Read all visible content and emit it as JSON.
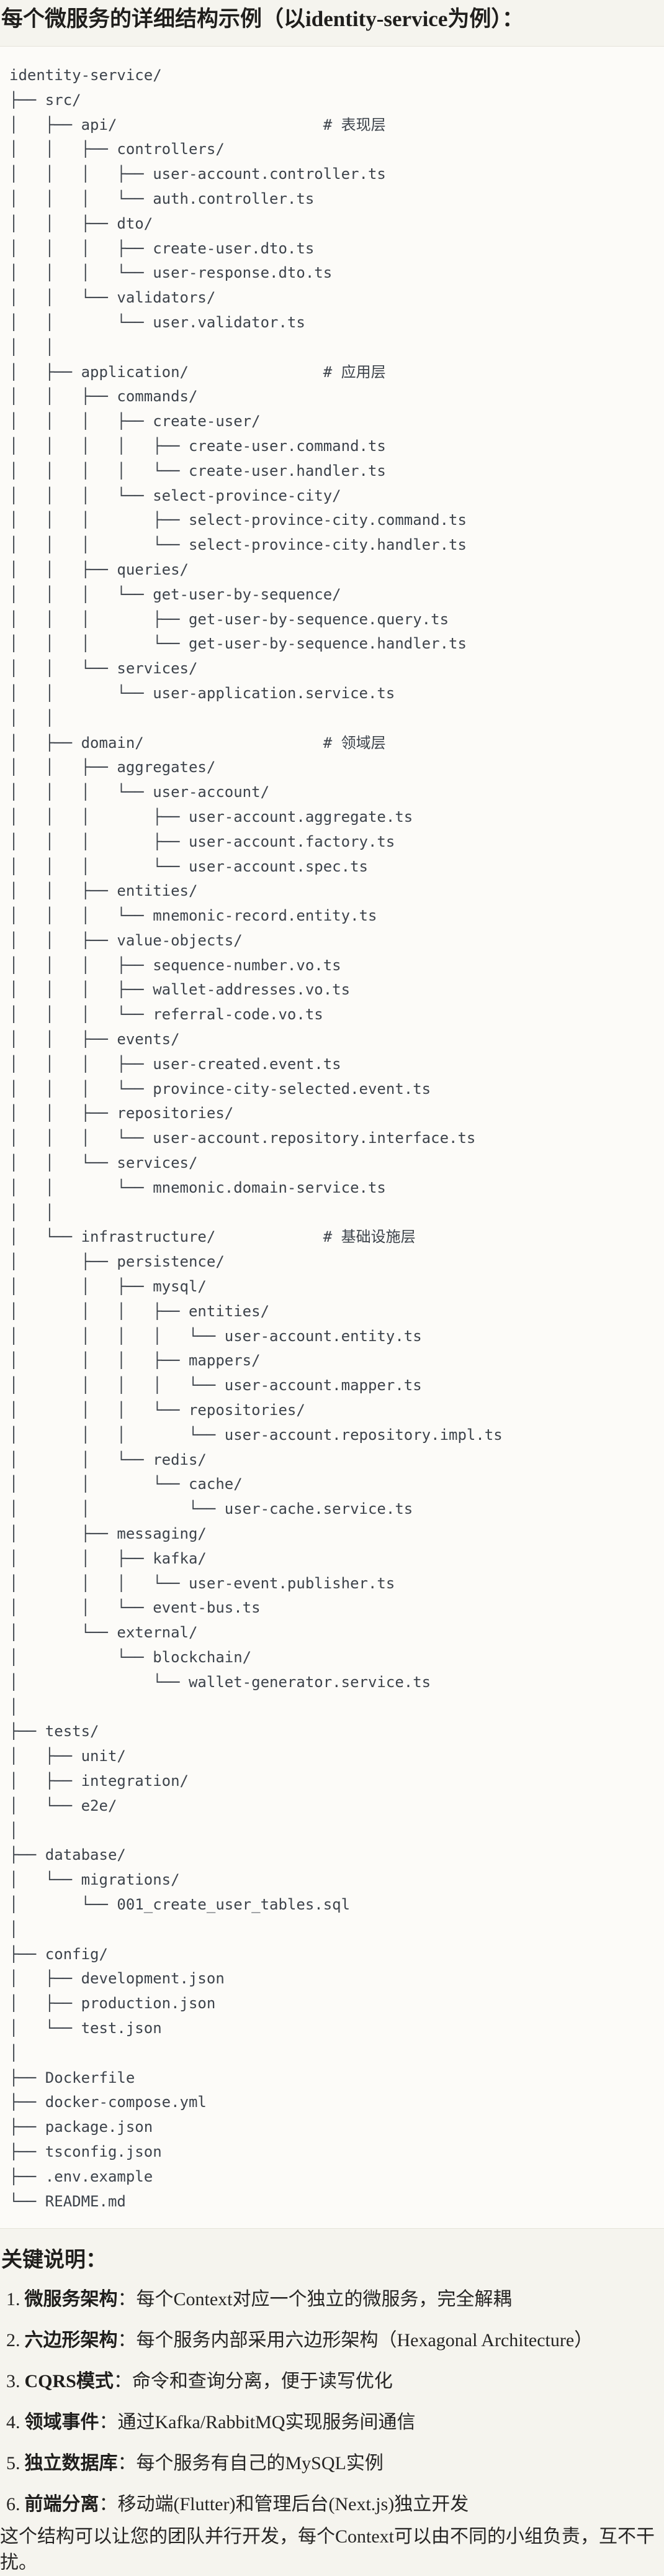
{
  "title": "每个微服务的详细结构示例（以identity-service为例）：",
  "tree": {
    "lines": [
      "identity-service/",
      "├── src/",
      "│   ├── api/                       # 表现层",
      "│   │   ├── controllers/",
      "│   │   │   ├── user-account.controller.ts",
      "│   │   │   └── auth.controller.ts",
      "│   │   ├── dto/",
      "│   │   │   ├── create-user.dto.ts",
      "│   │   │   └── user-response.dto.ts",
      "│   │   └── validators/",
      "│   │       └── user.validator.ts",
      "│   │",
      "│   ├── application/               # 应用层",
      "│   │   ├── commands/",
      "│   │   │   ├── create-user/",
      "│   │   │   │   ├── create-user.command.ts",
      "│   │   │   │   └── create-user.handler.ts",
      "│   │   │   └── select-province-city/",
      "│   │   │       ├── select-province-city.command.ts",
      "│   │   │       └── select-province-city.handler.ts",
      "│   │   ├── queries/",
      "│   │   │   └── get-user-by-sequence/",
      "│   │   │       ├── get-user-by-sequence.query.ts",
      "│   │   │       └── get-user-by-sequence.handler.ts",
      "│   │   └── services/",
      "│   │       └── user-application.service.ts",
      "│   │",
      "│   ├── domain/                    # 领域层",
      "│   │   ├── aggregates/",
      "│   │   │   └── user-account/",
      "│   │   │       ├── user-account.aggregate.ts",
      "│   │   │       ├── user-account.factory.ts",
      "│   │   │       └── user-account.spec.ts",
      "│   │   ├── entities/",
      "│   │   │   └── mnemonic-record.entity.ts",
      "│   │   ├── value-objects/",
      "│   │   │   ├── sequence-number.vo.ts",
      "│   │   │   ├── wallet-addresses.vo.ts",
      "│   │   │   └── referral-code.vo.ts",
      "│   │   ├── events/",
      "│   │   │   ├── user-created.event.ts",
      "│   │   │   └── province-city-selected.event.ts",
      "│   │   ├── repositories/",
      "│   │   │   └── user-account.repository.interface.ts",
      "│   │   └── services/",
      "│   │       └── mnemonic.domain-service.ts",
      "│   │",
      "│   └── infrastructure/            # 基础设施层",
      "│       ├── persistence/",
      "│       │   ├── mysql/",
      "│       │   │   ├── entities/",
      "│       │   │   │   └── user-account.entity.ts",
      "│       │   │   ├── mappers/",
      "│       │   │   │   └── user-account.mapper.ts",
      "│       │   │   └── repositories/",
      "│       │   │       └── user-account.repository.impl.ts",
      "│       │   └── redis/",
      "│       │       └── cache/",
      "│       │           └── user-cache.service.ts",
      "│       ├── messaging/",
      "│       │   ├── kafka/",
      "│       │   │   └── user-event.publisher.ts",
      "│       │   └── event-bus.ts",
      "│       └── external/",
      "│           └── blockchain/",
      "│               └── wallet-generator.service.ts",
      "│",
      "├── tests/",
      "│   ├── unit/",
      "│   ├── integration/",
      "│   └── e2e/",
      "│",
      "├── database/",
      "│   └── migrations/",
      "│       └── 001_create_user_tables.sql",
      "│",
      "├── config/",
      "│   ├── development.json",
      "│   ├── production.json",
      "│   └── test.json",
      "│",
      "├── Dockerfile",
      "├── docker-compose.yml",
      "├── package.json",
      "├── tsconfig.json",
      "├── .env.example",
      "└── README.md"
    ]
  },
  "notes": {
    "heading": "关键说明：",
    "colon": "：",
    "items": [
      {
        "num": "1.",
        "term": "微服务架构",
        "desc": "每个Context对应一个独立的微服务，完全解耦"
      },
      {
        "num": "2.",
        "term": "六边形架构",
        "desc": "每个服务内部采用六边形架构（Hexagonal Architecture）"
      },
      {
        "num": "3.",
        "term": "CQRS模式",
        "desc": "命令和查询分离，便于读写优化"
      },
      {
        "num": "4.",
        "term": "领域事件",
        "desc": "通过Kafka/RabbitMQ实现服务间通信"
      },
      {
        "num": "5.",
        "term": "独立数据库",
        "desc": "每个服务有自己的MySQL实例"
      },
      {
        "num": "6.",
        "term": "前端分离",
        "desc": "移动端(Flutter)和管理后台(Next.js)独立开发"
      }
    ]
  },
  "footer": "这个结构可以让您的团队并行开发，每个Context可以由不同的小组负责，互不干扰。",
  "colors": {
    "page_background": "#F5F4EE",
    "code_background": "#FCFBF8",
    "code_border": "#E5E3DA",
    "tree_text": "#3D434B",
    "heading_text": "#1F1E1C"
  }
}
